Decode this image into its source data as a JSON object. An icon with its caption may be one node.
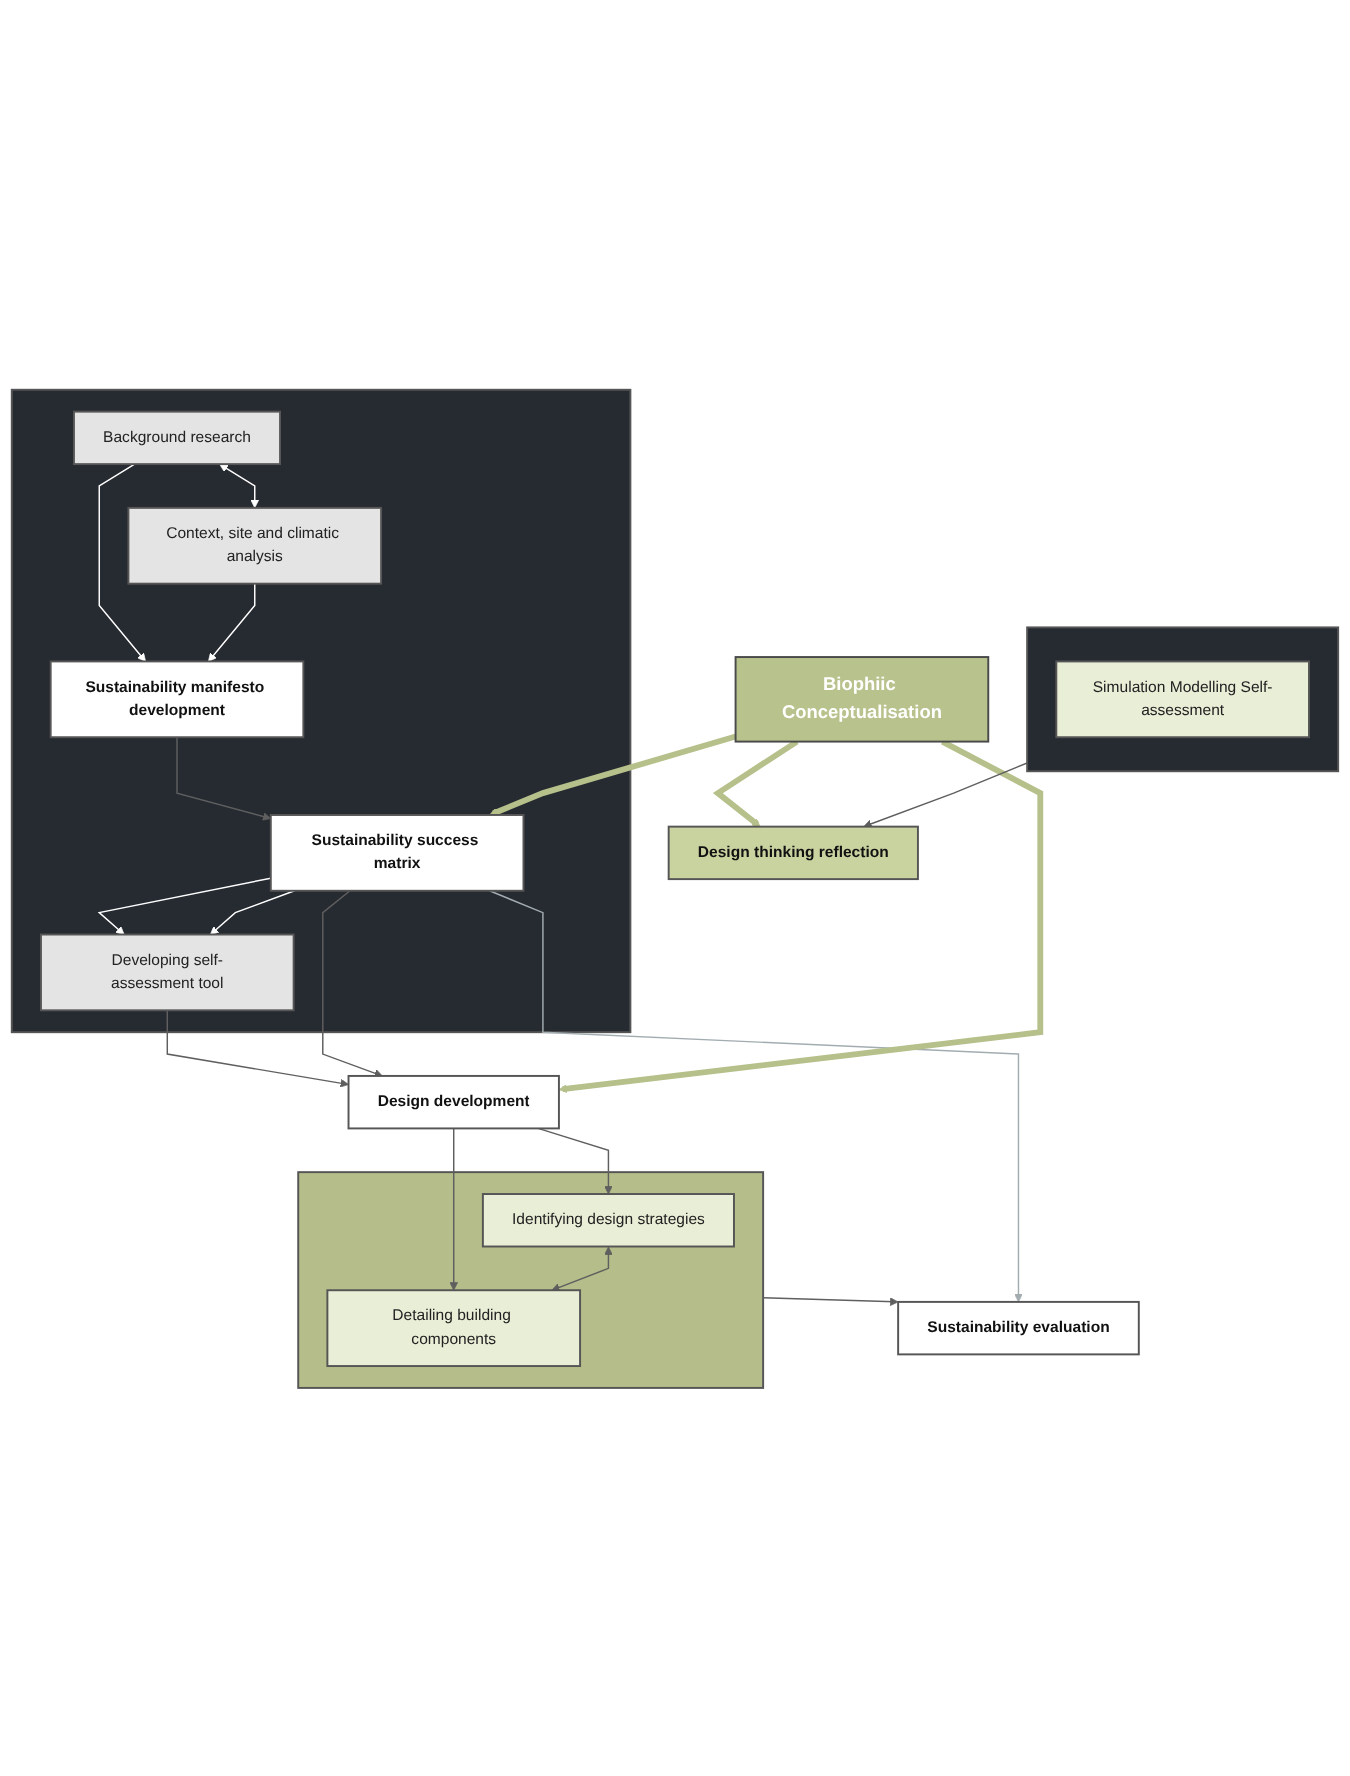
{
  "diagram": {
    "nodes": [
      {
        "text": [
          "Biophiic Conceptualisation"
        ]
      },
      {
        "text": [],
        "shape": "box"
      },
      {
        "text": [
          "Background research"
        ],
        "in": 1
      },
      {
        "text": [
          "Context, site and climatic analysis"
        ],
        "in": 1
      },
      {
        "text": [
          "Sustainability manifesto development"
        ],
        "in": 1
      },
      {
        "text": [
          "Sustainability success matrix"
        ],
        "in": 1
      },
      {
        "text": [
          "Developing self-assessment tool"
        ],
        "in": 1
      },
      {
        "text": [
          "Design development"
        ]
      },
      {
        "text": [],
        "shape": "box"
      },
      {
        "text": [
          "Identifying design strategies"
        ],
        "in": 8
      },
      {
        "text": [
          "Detailing building components"
        ],
        "in": 8
      },
      {
        "text": [],
        "shape": "box"
      },
      {
        "text": [
          "Sustainability evaluation"
        ]
      },
      {
        "text": [
          "Simulation Modelling Self-assessment"
        ],
        "in": 11
      },
      {
        "text": [
          "Design thinking reflection"
        ]
      }
    ],
    "edges": [
      {
        "from": 2,
        "to": 3,
        "arrow": "both",
        "color": "#ffffff"
      },
      {
        "from": 2,
        "to": 4,
        "arrow": "to",
        "color": "#ffffff"
      },
      {
        "from": 3,
        "to": 4,
        "arrow": "to",
        "color": "#ffffff"
      },
      {
        "from": 4,
        "to": 5,
        "arrow": "to"
      },
      {
        "from": 5,
        "to": 6,
        "arrow": "to",
        "color": "#ffffff"
      },
      {
        "from": 5,
        "to": 6,
        "arrow": "to",
        "color": "#ffffff"
      },
      {
        "from": 6,
        "to": 7,
        "arrow": "to"
      },
      {
        "from": 5,
        "to": 7,
        "arrow": "to"
      },
      {
        "from": 5,
        "to": 12,
        "arrow": "to",
        "color": "#a3adb1"
      },
      {
        "from": 0,
        "to": 5,
        "arrow": "to",
        "style": "thick",
        "color": "#b5c08a"
      },
      {
        "from": 0,
        "to": 7,
        "arrow": "to",
        "style": "thick",
        "color": "#b5c08a"
      },
      {
        "from": 0,
        "to": 14,
        "arrow": "to",
        "style": "thick",
        "color": "#b5c08a"
      },
      {
        "from": 7,
        "to": 9,
        "arrow": "to"
      },
      {
        "from": 7,
        "to": 10,
        "arrow": "to"
      },
      {
        "from": 9,
        "to": 10,
        "arrow": "both"
      },
      {
        "from": 8,
        "to": 12,
        "arrow": "to"
      },
      {
        "from": 11,
        "to": 14,
        "arrow": "to"
      }
    ]
  }
}
